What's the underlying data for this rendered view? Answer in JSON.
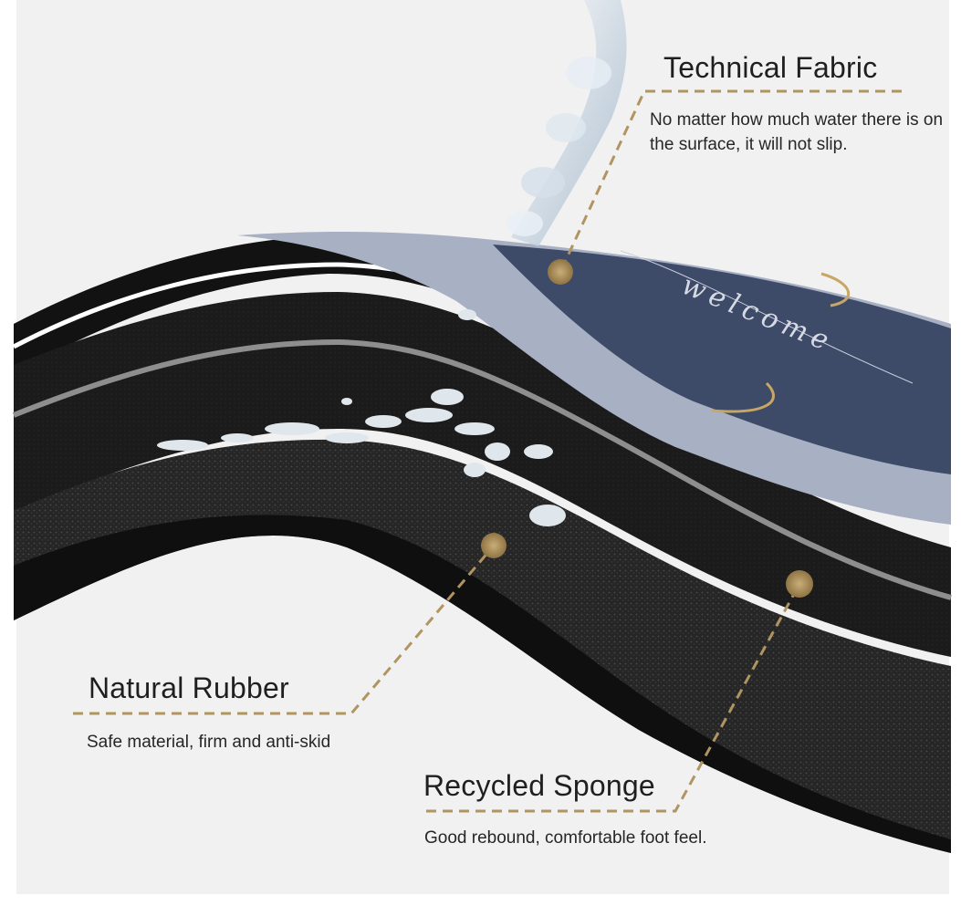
{
  "callouts": {
    "technical_fabric": {
      "title": "Technical Fabric",
      "description": "No matter how much water there is on the surface, it will not slip."
    },
    "natural_rubber": {
      "title": "Natural Rubber",
      "description": "Safe material, firm and anti-skid"
    },
    "recycled_sponge": {
      "title": "Recycled Sponge",
      "description": "Good rebound, comfortable foot feel."
    }
  },
  "mat_print": {
    "word": "welcome"
  },
  "colors": {
    "background": "#f1f1f1",
    "accent_gold": "#b19560",
    "fabric_navy": "#3d4a68",
    "fabric_border": "#a8b0c4",
    "rubber_black": "#1a1a1a",
    "sponge_dark": "#2b2b2b"
  }
}
